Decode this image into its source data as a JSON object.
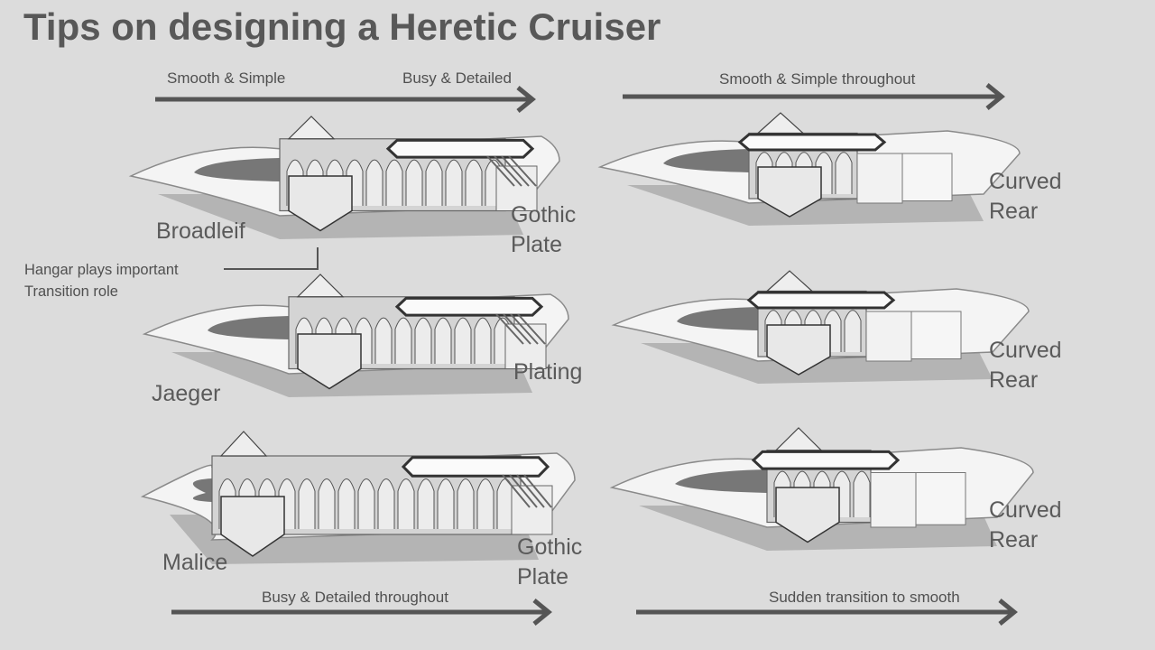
{
  "title": "Tips on designing a Heretic Cruiser",
  "arrows": {
    "top_left": {
      "start_label": "Smooth & Simple",
      "end_label": "Busy & Detailed"
    },
    "top_right": {
      "label": "Smooth & Simple throughout"
    },
    "bottom_left": {
      "label": "Busy & Detailed throughout"
    },
    "bottom_right": {
      "label": "Sudden transition to smooth"
    }
  },
  "left_column": {
    "ship1": {
      "prow_label": "Broadleif",
      "rear_label_1": "Gothic",
      "rear_label_2": "Plate"
    },
    "note": {
      "line1": "Hangar plays important",
      "line2": "Transition role"
    },
    "ship2": {
      "prow_label": "Jaeger",
      "rear_label": "Plating"
    },
    "ship3": {
      "prow_label": "Malice",
      "rear_label_1": "Gothic",
      "rear_label_2": "Plate"
    }
  },
  "right_column": {
    "ship1": {
      "rear_label_1": "Curved",
      "rear_label_2": "Rear"
    },
    "ship2": {
      "rear_label_1": "Curved",
      "rear_label_2": "Rear"
    },
    "ship3": {
      "rear_label_1": "Curved",
      "rear_label_2": "Rear"
    }
  },
  "colors": {
    "background": "#dcdcdc",
    "text": "#555555",
    "arrow": "#555555"
  }
}
